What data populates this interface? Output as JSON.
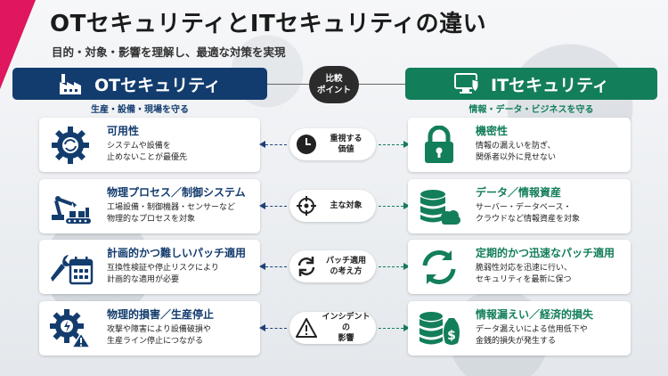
{
  "title": "OTセキュリティとITセキュリティの違い",
  "subtitle": "目的・対象・影響を理解し、最適な対策を実現",
  "ot": {
    "header": "OTセキュリティ",
    "sub": "生産・設備・現場を守る",
    "cards": [
      {
        "title": "可用性",
        "desc": "システムや設備を\n止めないことが最優先"
      },
      {
        "title": "物理プロセス／制御システム",
        "desc": "工場設備・制御機器・センサーなど\n物理的なプロセスを対象"
      },
      {
        "title": "計画的かつ難しいパッチ適用",
        "desc": "互換性検証や停止リスクにより\n計画的な適用が必要"
      },
      {
        "title": "物理的損害／生産停止",
        "desc": "攻撃や障害により設備破損や\n生産ライン停止につながる"
      }
    ]
  },
  "compare_label": "比較\nポイント",
  "points": [
    {
      "label": "重視する\n価値",
      "icon": "clock-icon"
    },
    {
      "label": "主な対象",
      "icon": "target-icon"
    },
    {
      "label": "パッチ適用\nの考え方",
      "icon": "refresh-icon"
    },
    {
      "label": "インシデントの\n影響",
      "icon": "warning-icon"
    }
  ],
  "it": {
    "header": "ITセキュリティ",
    "sub": "情報・データ・ビジネスを守る",
    "cards": [
      {
        "title": "機密性",
        "desc": "情報の漏えいを防ぎ、\n関係者以外に見せない"
      },
      {
        "title": "データ／情報資産",
        "desc": "サーバー・データベース・\nクラウドなど情報資産を対象"
      },
      {
        "title": "定期的かつ迅速なパッチ適用",
        "desc": "脆弱性対応を迅速に行い、\nセキュリティを最新に保つ"
      },
      {
        "title": "情報漏えい／経済的損失",
        "desc": "データ漏えいによる信用低下や\n金銭的損失が発生する"
      }
    ]
  },
  "colors": {
    "ot": "#133c6e",
    "it": "#137e5a",
    "accent": "#e0165e"
  }
}
